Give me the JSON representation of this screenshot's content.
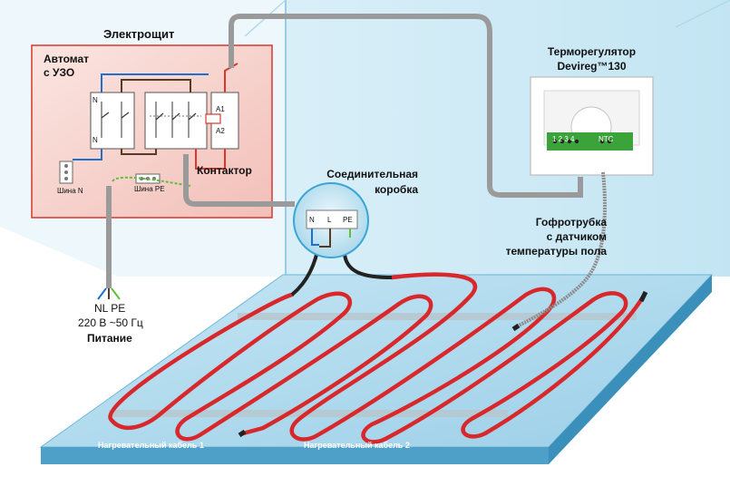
{
  "panel": {
    "title": "Электрощит",
    "breaker_label": "Автомат\nс УЗО",
    "contactor_label": "Контактор",
    "bus_n_label": "Шина N",
    "bus_pe_label": "Шина PE",
    "breaker_terminals": [
      "N",
      "N"
    ],
    "coil_terminals": [
      "A1",
      "A2"
    ]
  },
  "power": {
    "conductors": "NL  PE",
    "voltage": "220 В ~50 Гц",
    "label": "Питание"
  },
  "junction_box": {
    "label": "Соединительная\nкоробка",
    "terminals": [
      "N",
      "L",
      "PE"
    ]
  },
  "thermostat": {
    "label_line1": "Терморегулятор",
    "label_line2": "Devireg™130",
    "terminals": "1 2 3 4",
    "sensor_terminal": "NTC"
  },
  "sensor": {
    "label": "Гофротрубка\nс датчиком\nтемпературы пола"
  },
  "cables": {
    "cable1": "Нагревательный кабель 1",
    "cable2": "Нагревательный кабель 2"
  },
  "colors": {
    "panel_fill": "#f6d2cc",
    "panel_border": "#d9372f",
    "wall": "#bfe3f2",
    "floor": "#a9d8ee",
    "heating_cable": "#d8282b",
    "conduit": "#9a9a9a"
  }
}
